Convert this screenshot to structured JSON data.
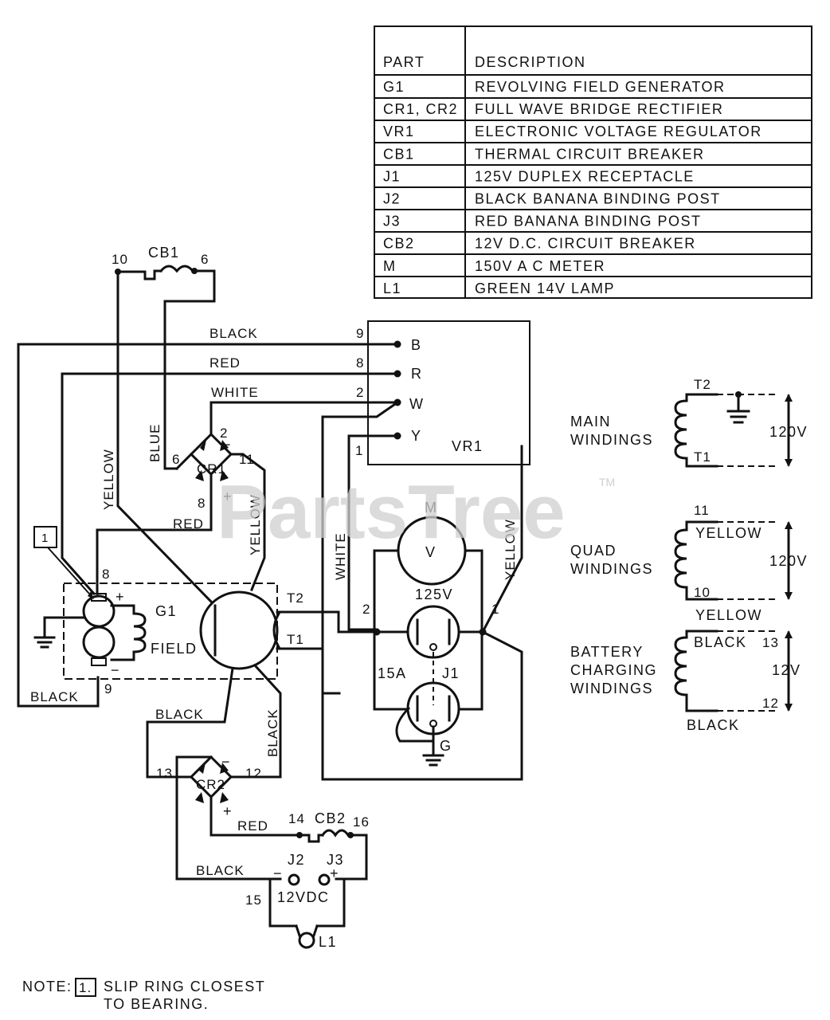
{
  "parts_table": {
    "header_part": "PART",
    "header_description": "DESCRIPTION",
    "rows": [
      {
        "part": "G1",
        "description": "REVOLVING FIELD GENERATOR"
      },
      {
        "part": "CR1, CR2",
        "description": "FULL WAVE BRIDGE RECTIFIER"
      },
      {
        "part": "VR1",
        "description": "ELECTRONIC VOLTAGE REGULATOR"
      },
      {
        "part": "CB1",
        "description": "THERMAL CIRCUIT BREAKER"
      },
      {
        "part": "J1",
        "description": "125V DUPLEX RECEPTACLE"
      },
      {
        "part": "J2",
        "description": "BLACK BANANA BINDING POST"
      },
      {
        "part": "J3",
        "description": "RED BANANA BINDING POST"
      },
      {
        "part": "CB2",
        "description": "12V D.C. CIRCUIT BREAKER"
      },
      {
        "part": "M",
        "description": "150V A C  METER"
      },
      {
        "part": "L1",
        "description": "GREEN 14V LAMP"
      }
    ]
  },
  "labels": {
    "cb1": "CB1",
    "n10": "10",
    "n6a": "6",
    "black": "BLACK",
    "red": "RED",
    "white": "WHITE",
    "n9": "9",
    "n8": "8",
    "n2": "2",
    "n1": "1",
    "term_b": "B",
    "term_r": "R",
    "term_w": "W",
    "term_y": "Y",
    "vr1": "VR1",
    "yellow": "YELLOW",
    "blue": "BLUE",
    "cr1": "CR1",
    "cr1_2": "2",
    "cr1_6": "6",
    "cr1_11": "11",
    "cr1_8": "8",
    "plus": "+",
    "minus": "−",
    "red_cr1": "RED",
    "yellow_g1": "YELLOW",
    "box1": "1",
    "g1_8": "8",
    "g1": "G1",
    "field": "FIELD",
    "g1_9": "9",
    "black_g1": "BLACK",
    "t2": "T2",
    "t1": "T1",
    "meter_m": "M",
    "meter_v": "V",
    "white_v": "WHITE",
    "yellow_v": "YELLOW",
    "v125": "125V",
    "j1_2": "2",
    "j1_1": "1",
    "a15": "15A",
    "j1": "J1",
    "g": "G",
    "black_cr2a": "BLACK",
    "black_cr2b": "BLACK",
    "cr2": "CR2",
    "cr2_13": "13",
    "cr2_12": "12",
    "red_cb2": "RED",
    "n14": "14",
    "cb2": "CB2",
    "n16": "16",
    "black_j2": "BLACK",
    "j2": "J2",
    "j3": "J3",
    "n15": "15",
    "v12dc": "12VDC",
    "l1": "L1",
    "main_windings_1": "MAIN",
    "main_windings_2": "WINDINGS",
    "mw_t2": "T2",
    "mw_t1": "T1",
    "mw_120v": "120V",
    "quad_1": "QUAD",
    "quad_2": "WINDINGS",
    "q_11": "11",
    "q_yellow_top": "YELLOW",
    "q_120v": "120V",
    "q_10": "10",
    "q_yellow_bot": "YELLOW",
    "bat_1": "BATTERY",
    "bat_2": "CHARGING",
    "bat_3": "WINDINGS",
    "b_black_top": "BLACK",
    "b_13": "13",
    "b_12v": "12V",
    "b_12": "12",
    "b_black_bot": "BLACK",
    "note_prefix": "NOTE:",
    "note_box": "1.",
    "note_line1": "SLIP RING CLOSEST",
    "note_line2": "TO BEARING."
  },
  "watermark": "PartsTree",
  "watermark_tm": "TM"
}
